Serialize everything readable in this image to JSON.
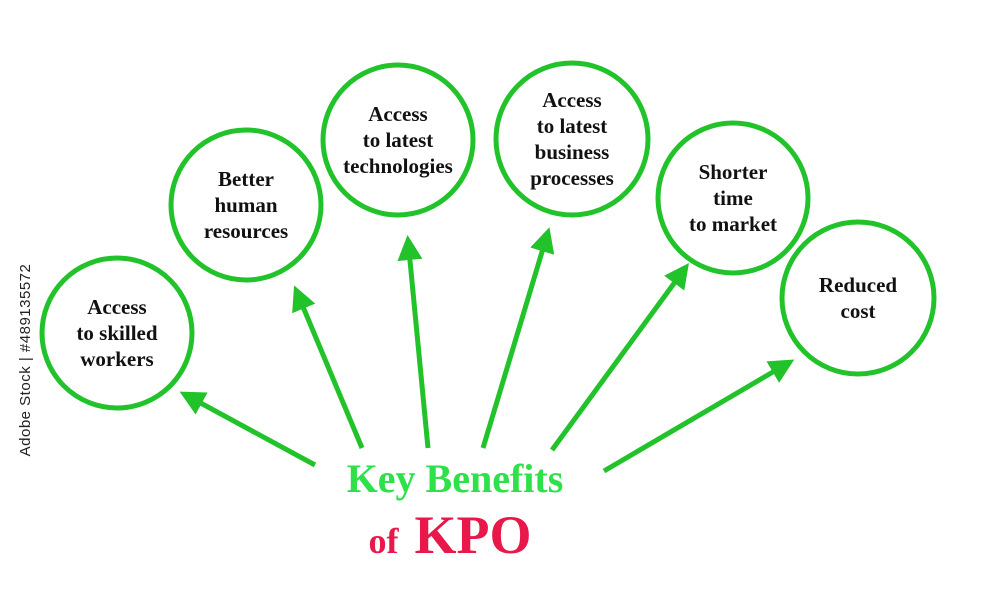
{
  "colors": {
    "green": "#22c22b",
    "title_green": "#2ee04a",
    "title_red": "#e8194a",
    "text": "#111111"
  },
  "title": {
    "line1": "Key Benefits",
    "line2_prefix": "of",
    "line2_main": "KPO"
  },
  "benefits": [
    {
      "lines": [
        "Access",
        "to skilled",
        "workers"
      ]
    },
    {
      "lines": [
        "Better",
        "human",
        "resources"
      ]
    },
    {
      "lines": [
        "Access",
        "to latest",
        "technologies"
      ]
    },
    {
      "lines": [
        "Access",
        "to latest",
        "business",
        "processes"
      ]
    },
    {
      "lines": [
        "Shorter",
        "time",
        "to market"
      ]
    },
    {
      "lines": [
        "Reduced",
        "cost"
      ]
    }
  ],
  "stock_id": "Adobe Stock | #489135572"
}
